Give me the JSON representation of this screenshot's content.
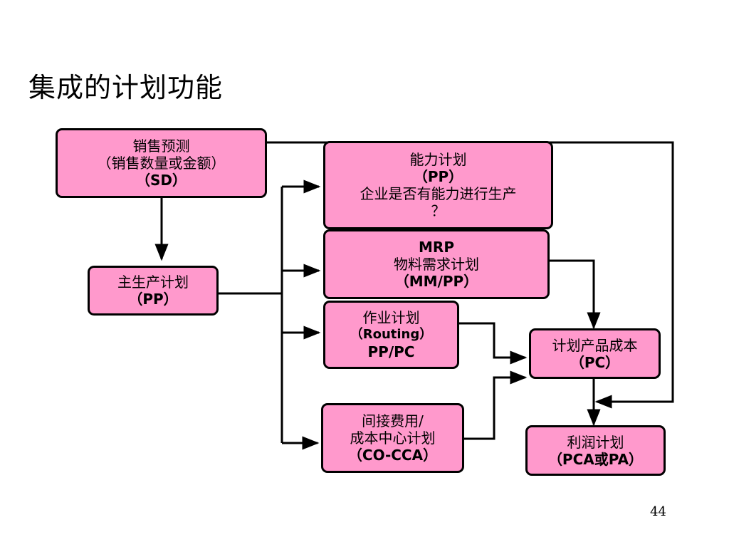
{
  "title": "集成的计划功能",
  "page_number": "44",
  "boxes": {
    "sales_forecast": [
      "销售预测",
      "（销售数量或金额）",
      "（SD）"
    ],
    "master_plan": [
      "主生产计划",
      "（PP）"
    ],
    "capacity_plan": [
      "能力计划",
      "（PP）",
      "企业是否有能力进行生产",
      "？"
    ],
    "mrp": [
      "MRP",
      "物料需求计划",
      "（MM/PP）"
    ],
    "routing": [
      "作业计划",
      "（Routing）",
      "PP/PC"
    ],
    "overhead": [
      "间接费用/",
      "成本中心计划",
      "（CO-CCA）"
    ],
    "product_cost": [
      "计划产品成本",
      "（PC）"
    ],
    "profit_plan": [
      "利润计划",
      "（PCA或PA）"
    ]
  }
}
